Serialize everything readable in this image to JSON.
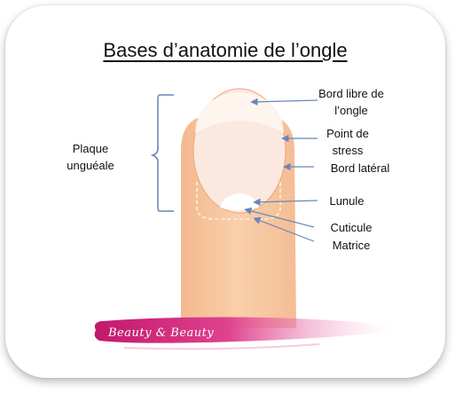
{
  "title": "Bases d’anatomie de l’ongle",
  "labels": {
    "plaque": [
      "Plaque",
      "unguéale"
    ],
    "bord_libre": [
      "Bord libre de",
      "l’ongle"
    ],
    "point_stress": [
      "Point de",
      "stress"
    ],
    "bord_lateral": "Bord latéral",
    "lunule": "Lunule",
    "cuticule": "Cuticule",
    "matrice": "Matrice"
  },
  "brand": "Beauty & Beauty",
  "colors": {
    "finger": "#f7c9a2",
    "nail": "#fbe9df",
    "arrow": "#6b86b8",
    "brand": "#d8297e"
  }
}
